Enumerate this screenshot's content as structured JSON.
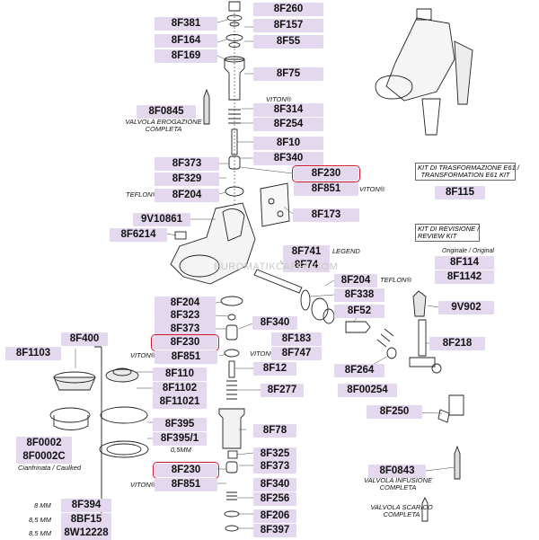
{
  "labels": {
    "8f260": "8F260",
    "8f381": "8F381",
    "8f157": "8F157",
    "8f164": "8F164",
    "8f55": "8F55",
    "8f169": "8F169",
    "8f75": "8F75",
    "8f0845": "8F0845",
    "8f314": "8F314",
    "8f254": "8F254",
    "8f10": "8F10",
    "8f340a": "8F340",
    "8f373a": "8F373",
    "8f230a": "8F230",
    "8f329": "8F329",
    "8f851a": "8F851",
    "8f204a": "8F204",
    "9v10861": "9V10861",
    "8f173": "8F173",
    "8f6214": "8F6214",
    "8f741": "8F741",
    "8f74": "8F74",
    "8f204b": "8F204",
    "8f338": "8F338",
    "8f204c": "8F204",
    "8f52": "8F52",
    "9v902": "9V902",
    "8f323": "8F323",
    "8f340b": "8F340",
    "8f373b": "8F373",
    "8f400": "8F400",
    "8f183": "8F183",
    "8f218": "8F218",
    "8f1103": "8F1103",
    "8f230b": "8F230",
    "8f747": "8F747",
    "8f851b": "8F851",
    "8f12": "8F12",
    "8f264": "8F264",
    "8f110": "8F110",
    "8f1102": "8F1102",
    "8f277": "8F277",
    "8f00254": "8F00254",
    "8f11021": "8F11021",
    "8f250": "8F250",
    "8f395": "8F395",
    "8f395_1": "8F395/1",
    "8f78": "8F78",
    "8f0002": "8F0002",
    "8f0002c": "8F0002C",
    "8f325": "8F325",
    "8f373c": "8F373",
    "8f230c": "8F230",
    "8f0843": "8F0843",
    "8f851c": "8F851",
    "8f340c": "8F340",
    "8f394": "8F394",
    "8f256": "8F256",
    "8bf15": "8BF15",
    "8f206": "8F206",
    "8w12228": "8W12228",
    "8f397": "8F397",
    "8f115": "8F115",
    "8f114": "8F114",
    "8f1142": "8F1142"
  },
  "notes": {
    "viton1": "VITON®",
    "valvola_erog": "VALVOLA EROGAZIONE\nCOMPLETA",
    "teflon1": "TEFLON®",
    "viton2": "VITON®",
    "legend": "LEGEND",
    "teflon2": "TEFLON®",
    "viton3": "VITON®",
    "viton4": "VITON®",
    "viton5": "VITON®",
    "mm05": "0,5MM",
    "cianfrinata": "Cianfrinata / Caulked",
    "mm8": "8 MM",
    "mm85a": "8,5 MM",
    "mm85b": "8,5 MM",
    "valvola_inf": "VALVOLA INFUSIONE\nCOMPLETA",
    "valvola_scar": "VALVOLA SCARICO\nCOMPLETA",
    "originale": "Originale / Original",
    "watermark": "EUROMATIKCAFFE.COM"
  },
  "boxes": {
    "kit_trasf": "KIT DI TRASFORMAZIONE E61 /\nTRANSFORMATION E61 KIT",
    "kit_rev": "KIT DI REVISIONE /\nREVIEW KIT"
  }
}
